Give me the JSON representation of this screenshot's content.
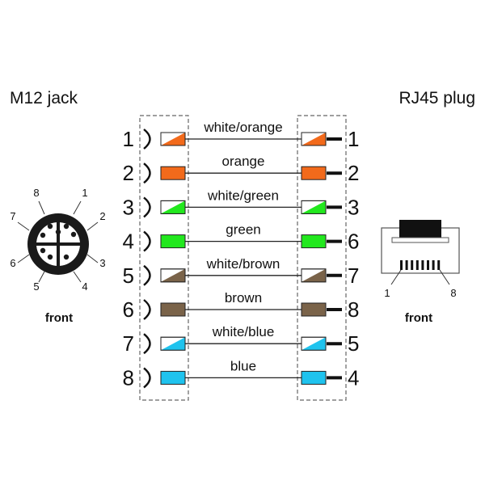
{
  "left_title": "M12 jack",
  "right_title": "RJ45 plug",
  "left_caption": "front",
  "right_caption": "front",
  "colors": {
    "orange": "#f26a1b",
    "green": "#22e81e",
    "brown": "#7a6349",
    "blue": "#1fc3ee",
    "white": "#ffffff",
    "outline": "#222222"
  },
  "wires": [
    {
      "label": "white/orange",
      "left_pin": "1",
      "right_pin": "1",
      "color": "orange",
      "striped": true
    },
    {
      "label": "orange",
      "left_pin": "2",
      "right_pin": "2",
      "color": "orange",
      "striped": false
    },
    {
      "label": "white/green",
      "left_pin": "3",
      "right_pin": "3",
      "color": "green",
      "striped": true
    },
    {
      "label": "green",
      "left_pin": "4",
      "right_pin": "6",
      "color": "green",
      "striped": false
    },
    {
      "label": "white/brown",
      "left_pin": "5",
      "right_pin": "7",
      "color": "brown",
      "striped": true
    },
    {
      "label": "brown",
      "left_pin": "6",
      "right_pin": "8",
      "color": "brown",
      "striped": false
    },
    {
      "label": "white/blue",
      "left_pin": "7",
      "right_pin": "5",
      "color": "blue",
      "striped": true
    },
    {
      "label": "blue",
      "left_pin": "8",
      "right_pin": "4",
      "color": "blue",
      "striped": false
    }
  ],
  "m12_pin_labels": [
    "1",
    "2",
    "3",
    "4",
    "5",
    "6",
    "7",
    "8"
  ],
  "rj45_pin_labels": [
    "1",
    "8"
  ]
}
